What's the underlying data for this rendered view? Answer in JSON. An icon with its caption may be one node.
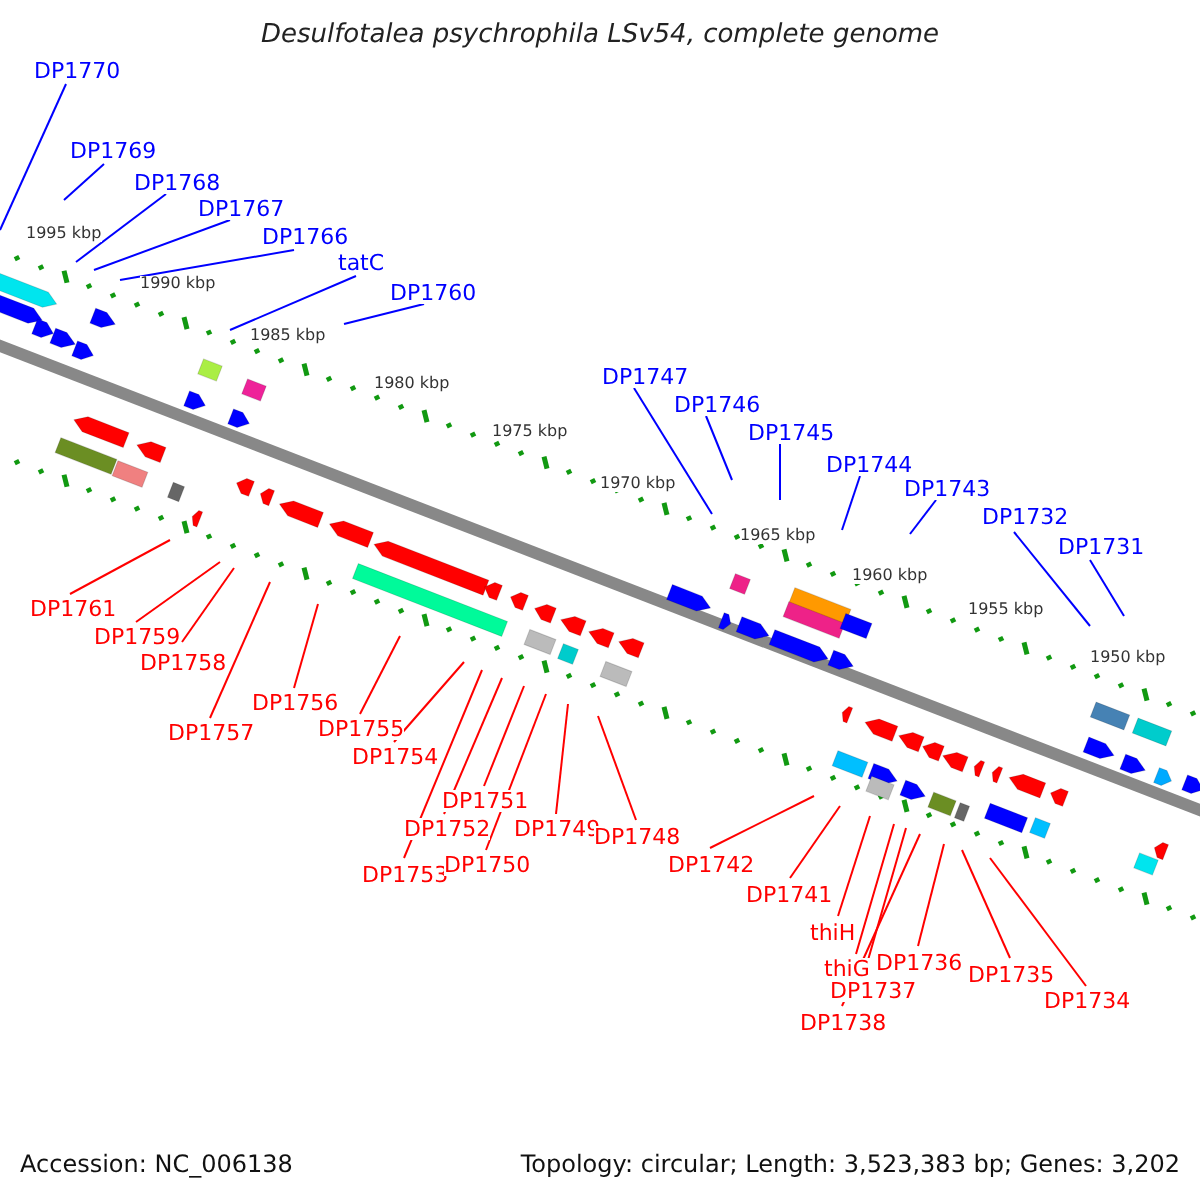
{
  "diagram": {
    "title": "Desulfotalea psychrophila LSv54, complete genome",
    "nodes": [
      {
        "text": [
          "DP1770"
        ]
      },
      {
        "text": [
          "DP1769"
        ]
      },
      {
        "text": [
          "DP1768"
        ]
      },
      {
        "text": [
          "DP1767"
        ]
      },
      {
        "text": [
          "DP1766"
        ]
      },
      {
        "text": [
          "tatC"
        ]
      },
      {
        "text": [
          "DP1760"
        ]
      },
      {
        "text": [
          "DP1747"
        ]
      },
      {
        "text": [
          "DP1746"
        ]
      },
      {
        "text": [
          "DP1745"
        ]
      },
      {
        "text": [
          "DP1744"
        ]
      },
      {
        "text": [
          "DP1743"
        ]
      },
      {
        "text": [
          "DP1732"
        ]
      },
      {
        "text": [
          "DP1731"
        ]
      },
      {
        "text": [
          "DP1761"
        ]
      },
      {
        "text": [
          "DP1759"
        ]
      },
      {
        "text": [
          "DP1758"
        ]
      },
      {
        "text": [
          "DP1757"
        ]
      },
      {
        "text": [
          "DP1756"
        ]
      },
      {
        "text": [
          "DP1755"
        ]
      },
      {
        "text": [
          "DP1754"
        ]
      },
      {
        "text": [
          "DP1753"
        ]
      },
      {
        "text": [
          "DP1752"
        ]
      },
      {
        "text": [
          "DP1751"
        ]
      },
      {
        "text": [
          "DP1750"
        ]
      },
      {
        "text": [
          "DP1749"
        ]
      },
      {
        "text": [
          "DP1748"
        ]
      },
      {
        "text": [
          "DP1742"
        ]
      },
      {
        "text": [
          "DP1741"
        ]
      },
      {
        "text": [
          "thiH"
        ]
      },
      {
        "text": [
          "thiG"
        ]
      },
      {
        "text": [
          "DP1737"
        ]
      },
      {
        "text": [
          "DP1738"
        ]
      },
      {
        "text": [
          "DP1736"
        ]
      },
      {
        "text": [
          "DP1735"
        ]
      },
      {
        "text": [
          "DP1734"
        ]
      }
    ],
    "edges": [
      {
        "from": 0,
        "to": null,
        "arrow": "none",
        "color": "#0000ff"
      },
      {
        "from": 1,
        "to": null,
        "arrow": "none",
        "color": "#0000ff"
      },
      {
        "from": 2,
        "to": null,
        "arrow": "none",
        "color": "#0000ff"
      },
      {
        "from": 3,
        "to": null,
        "arrow": "none",
        "color": "#0000ff"
      },
      {
        "from": 4,
        "to": null,
        "arrow": "none",
        "color": "#0000ff"
      },
      {
        "from": 5,
        "to": null,
        "arrow": "none",
        "color": "#0000ff"
      },
      {
        "from": 6,
        "to": null,
        "arrow": "none",
        "color": "#0000ff"
      },
      {
        "from": 7,
        "to": null,
        "arrow": "none",
        "color": "#0000ff"
      },
      {
        "from": 8,
        "to": null,
        "arrow": "none",
        "color": "#0000ff"
      },
      {
        "from": 9,
        "to": null,
        "arrow": "none",
        "color": "#0000ff"
      },
      {
        "from": 10,
        "to": null,
        "arrow": "none",
        "color": "#0000ff"
      },
      {
        "from": 11,
        "to": null,
        "arrow": "none",
        "color": "#0000ff"
      },
      {
        "from": 12,
        "to": null,
        "arrow": "none",
        "color": "#0000ff"
      },
      {
        "from": 13,
        "to": null,
        "arrow": "none",
        "color": "#0000ff"
      },
      {
        "from": 14,
        "to": null,
        "arrow": "none"
      },
      {
        "from": 15,
        "to": null,
        "arrow": "none"
      },
      {
        "from": 16,
        "to": null,
        "arrow": "none"
      },
      {
        "from": 17,
        "to": null,
        "arrow": "none"
      },
      {
        "from": 18,
        "to": null,
        "arrow": "none"
      },
      {
        "from": 19,
        "to": null,
        "arrow": "none"
      },
      {
        "from": 20,
        "to": null,
        "arrow": "none"
      },
      {
        "from": 21,
        "to": null,
        "arrow": "none"
      },
      {
        "from": 22,
        "to": null,
        "arrow": "none"
      },
      {
        "from": 23,
        "to": null,
        "arrow": "none"
      },
      {
        "from": 24,
        "to": null,
        "arrow": "none"
      },
      {
        "from": 25,
        "to": null,
        "arrow": "none"
      },
      {
        "from": 26,
        "to": null,
        "arrow": "none"
      },
      {
        "from": 27,
        "to": null,
        "arrow": "none"
      },
      {
        "from": 28,
        "to": null,
        "arrow": "none"
      },
      {
        "from": 29,
        "to": null,
        "arrow": "none"
      },
      {
        "from": 30,
        "to": null,
        "arrow": "none"
      },
      {
        "from": 31,
        "to": null,
        "arrow": "none"
      },
      {
        "from": 32,
        "to": null,
        "arrow": "none"
      },
      {
        "from": 33,
        "to": null,
        "arrow": "none"
      },
      {
        "from": 34,
        "to": null,
        "arrow": "none"
      },
      {
        "from": 35,
        "to": null,
        "arrow": "none"
      }
    ],
    "labels": [
      "1995 kbp",
      "1990 kbp",
      "1985 kbp",
      "1980 kbp",
      "1975 kbp",
      "1970 kbp",
      "1965 kbp",
      "1960 kbp",
      "1955 kbp",
      "1950 kbp",
      "Accession: NC_006138",
      "Topology: circular; Length: 3,523,383 bp; Genes: 3,202"
    ]
  }
}
